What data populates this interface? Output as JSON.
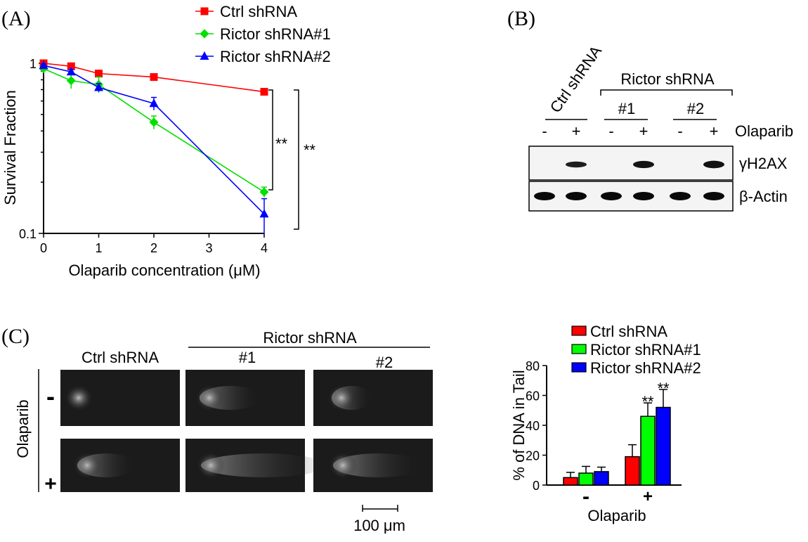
{
  "panels": {
    "a": "(A)",
    "b": "(B)",
    "c": "(C)"
  },
  "chart_data": [
    {
      "type": "line",
      "scale": "log",
      "xlabel": "Olaparib concentration (μM)",
      "ylabel": "Survival Fraction",
      "x": [
        0,
        0.5,
        1,
        2,
        4
      ],
      "xticks": [
        "0",
        "1",
        "2",
        "3",
        "4"
      ],
      "yticks": [
        "0.1",
        "1"
      ],
      "xlim": [
        0,
        4
      ],
      "ylim": [
        0.1,
        1
      ],
      "significance": [
        "**",
        "**"
      ],
      "series": [
        {
          "name": "Ctrl shRNA",
          "color": "#ff0000",
          "marker": "square",
          "values": [
            1.0,
            0.96,
            0.87,
            0.83,
            0.68
          ],
          "err": [
            0.02,
            0.02,
            0.02,
            0.02,
            0.02
          ]
        },
        {
          "name": "Rictor shRNA#1",
          "color": "#00e000",
          "marker": "diamond",
          "values": [
            0.93,
            0.79,
            0.75,
            0.45,
            0.175
          ],
          "err": [
            0.03,
            0.08,
            0.08,
            0.04,
            0.012
          ]
        },
        {
          "name": "Rictor shRNA#2",
          "color": "#0000ff",
          "marker": "triangle",
          "values": [
            0.97,
            0.89,
            0.72,
            0.58,
            0.13
          ],
          "err": [
            0.02,
            0.03,
            0.04,
            0.05,
            0.03
          ]
        }
      ]
    },
    {
      "type": "bar",
      "ylabel": "% of DNA in Tail",
      "xlabel": "Olaparib",
      "categories": [
        "-",
        "+"
      ],
      "ylim": [
        0,
        80
      ],
      "yticks": [
        "0",
        "20",
        "40",
        "60",
        "80"
      ],
      "significance": [
        "**",
        "**"
      ],
      "series": [
        {
          "name": "Ctrl shRNA",
          "color": "#ff0000",
          "values": [
            5,
            19
          ],
          "err": [
            3.5,
            8
          ]
        },
        {
          "name": "Rictor shRNA#1",
          "color": "#00ff00",
          "values": [
            8,
            46
          ],
          "err": [
            4.5,
            9
          ]
        },
        {
          "name": "Rictor shRNA#2",
          "color": "#0000ff",
          "values": [
            9,
            52
          ],
          "err": [
            3,
            12
          ]
        }
      ]
    }
  ],
  "blot": {
    "ctrl_label": "Ctrl shRNA",
    "rictor_label": "Rictor shRNA",
    "sub1": "#1",
    "sub2": "#2",
    "signs": [
      "-",
      "+",
      "-",
      "+",
      "-",
      "+"
    ],
    "olaparib_label": "Olaparib",
    "rows": [
      {
        "label": "γH2AX",
        "intensity": [
          0,
          0.6,
          0,
          0.8,
          0,
          0.85
        ]
      },
      {
        "label": "β-Actin",
        "intensity": [
          1,
          1,
          1,
          1,
          1,
          1
        ]
      }
    ]
  },
  "comet": {
    "rictor_label": "Rictor shRNA",
    "col_labels": [
      "Ctrl shRNA",
      "#1",
      "#2"
    ],
    "olaparib_label": "Olaparib",
    "row_signs": [
      "-",
      "+"
    ],
    "scale_label": "100 μm"
  }
}
